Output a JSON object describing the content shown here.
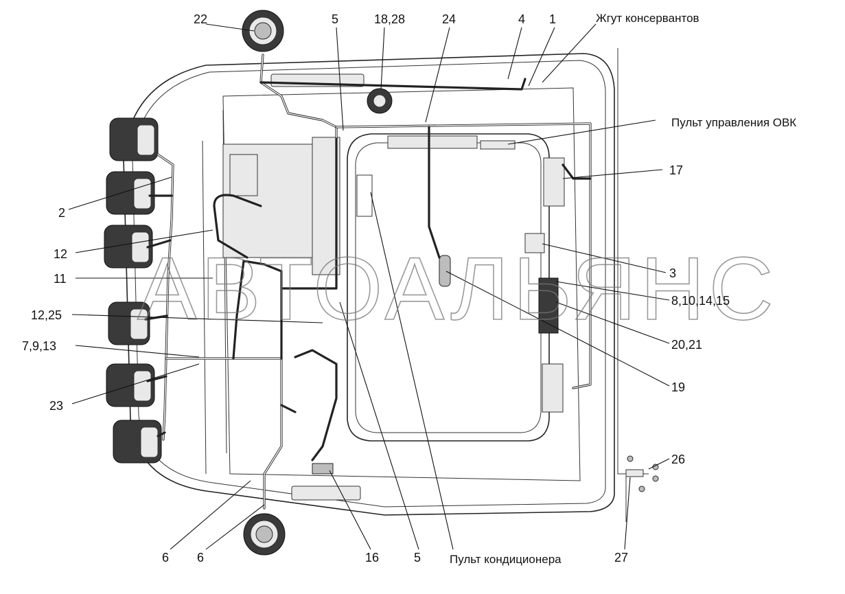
{
  "watermark": "АВТОАЛЬЯНС",
  "labels": {
    "l22": "22",
    "l5_top": "5",
    "l18_28": "18,28",
    "l24": "24",
    "l4": "4",
    "l1": "1",
    "zhgut": "Жгут консервантов",
    "pult_ovk": "Пульт управления ОВК",
    "l17": "17",
    "l2": "2",
    "l12": "12",
    "l3": "3",
    "l11": "11",
    "l8_10_14_15": "8,10,14,15",
    "l12_25": "12,25",
    "l20_21": "20,21",
    "l7_9_13": "7,9,13",
    "l19": "19",
    "l23": "23",
    "l26": "26",
    "l6_a": "6",
    "l6_b": "6",
    "l16": "16",
    "l5_bottom": "5",
    "pult_cond": "Пульт кондиционера",
    "l27": "27"
  }
}
